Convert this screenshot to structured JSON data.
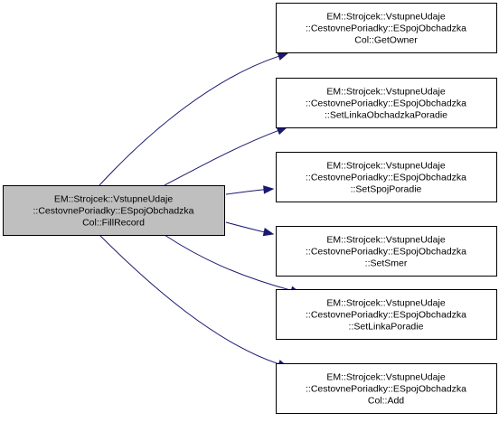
{
  "colors": {
    "source_fill": "#bfbfbf",
    "target_fill": "#ffffff",
    "edge": "#191970",
    "border": "#000000"
  },
  "source": {
    "id": "fill-record",
    "lines": [
      "EM::Strojcek::VstupneUdaje",
      "::CestovnePoriadky::ESpojObchadzka",
      "Col::FillRecord"
    ]
  },
  "targets": [
    {
      "id": "get-owner",
      "lines": [
        "EM::Strojcek::VstupneUdaje",
        "::CestovnePoriadky::ESpojObchadzka",
        "Col::GetOwner"
      ]
    },
    {
      "id": "set-linka-obchadzka-poradie",
      "lines": [
        "EM::Strojcek::VstupneUdaje",
        "::CestovnePoriadky::ESpojObchadzka",
        "::SetLinkaObchadzkaPoradie"
      ]
    },
    {
      "id": "set-spoj-poradie",
      "lines": [
        "EM::Strojcek::VstupneUdaje",
        "::CestovnePoriadky::ESpojObchadzka",
        "::SetSpojPoradie"
      ]
    },
    {
      "id": "set-smer",
      "lines": [
        "EM::Strojcek::VstupneUdaje",
        "::CestovnePoriadky::ESpojObchadzka",
        "::SetSmer"
      ]
    },
    {
      "id": "set-linka-poradie",
      "lines": [
        "EM::Strojcek::VstupneUdaje",
        "::CestovnePoriadky::ESpojObchadzka",
        "::SetLinkaPoradie"
      ]
    },
    {
      "id": "add",
      "lines": [
        "EM::Strojcek::VstupneUdaje",
        "::CestovnePoriadky::ESpojObchadzka",
        "Col::Add"
      ]
    }
  ]
}
